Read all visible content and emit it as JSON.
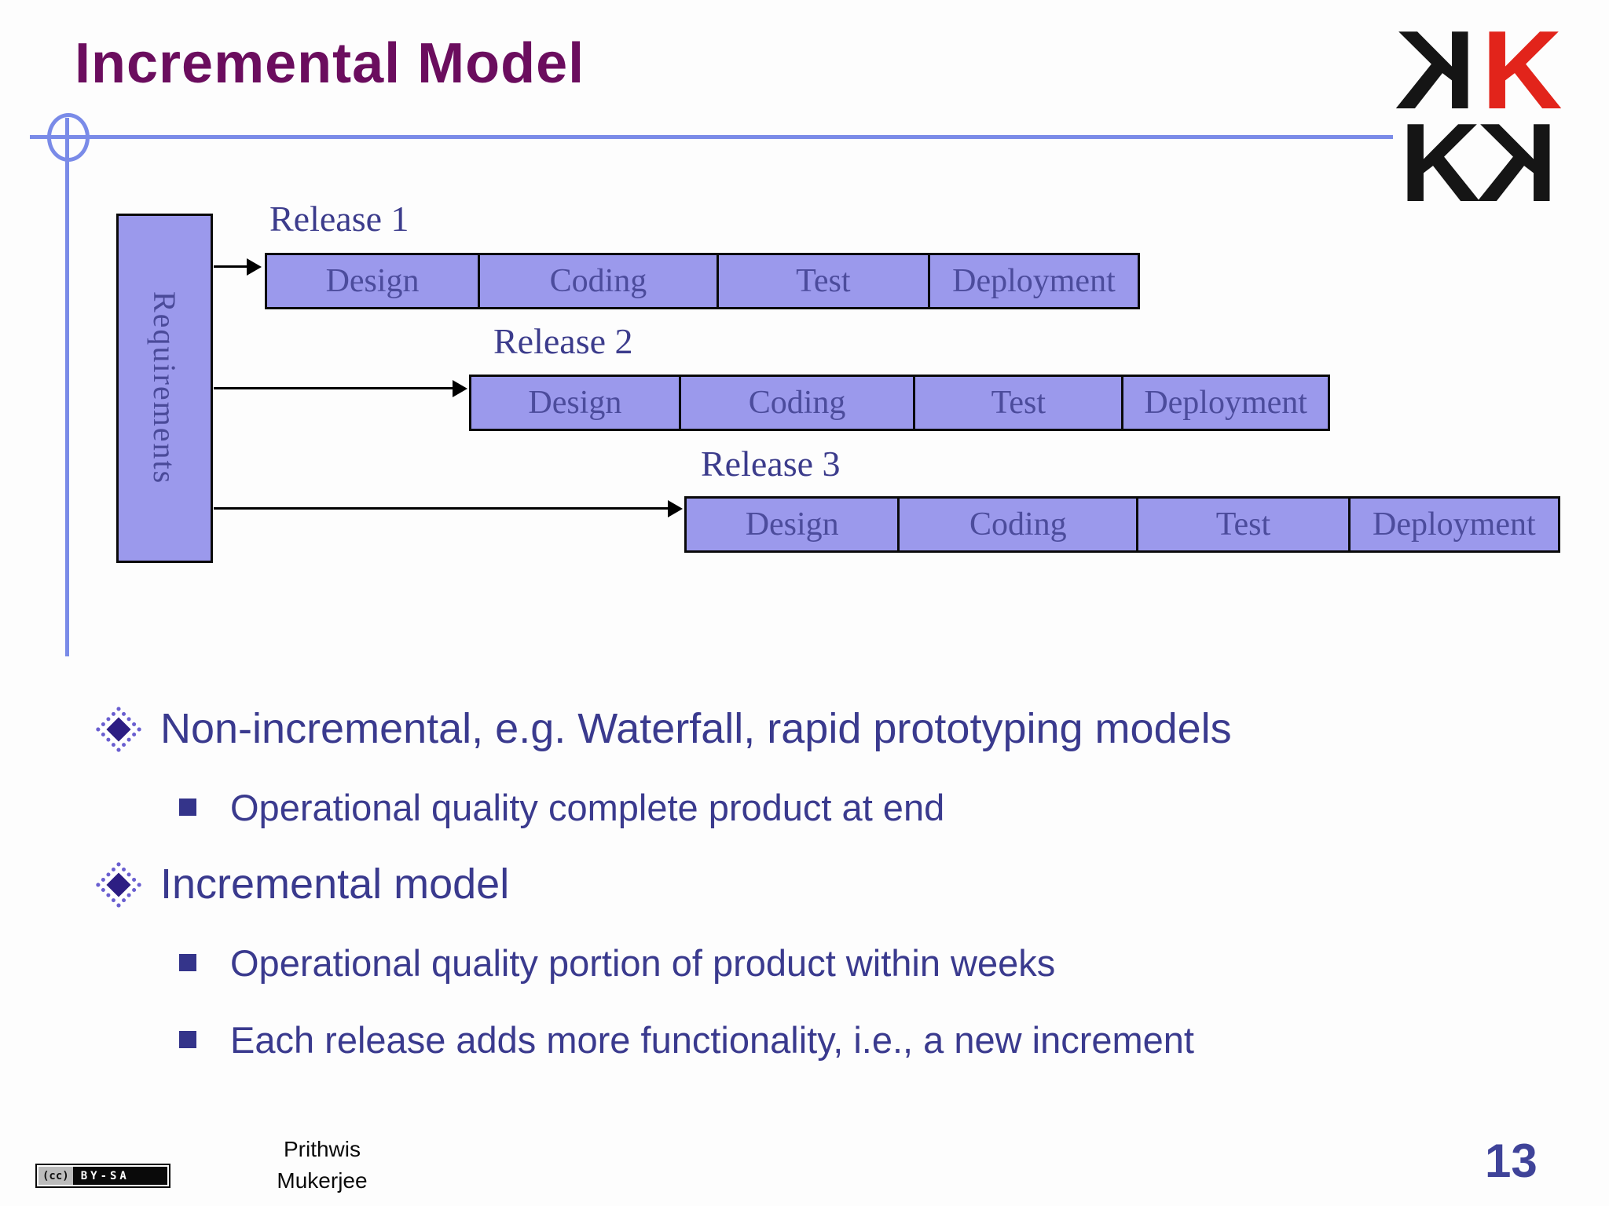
{
  "slide": {
    "title": "Incremental Model",
    "page_number": "13",
    "author_line1": "Prithwis",
    "author_line2": "Mukerjee"
  },
  "license_badge": {
    "cc_mark": "(cc)",
    "label": "BY-SA"
  },
  "logo": {
    "rows": [
      [
        {
          "char": "K",
          "mirrored": true,
          "color": "#151515"
        },
        {
          "char": "K",
          "mirrored": false,
          "color": "#e2241b"
        }
      ],
      [
        {
          "char": "K",
          "mirrored": false,
          "color": "#151515"
        },
        {
          "char": "K",
          "mirrored": true,
          "color": "#151515"
        }
      ]
    ]
  },
  "diagram": {
    "requirements_label": "Requirements",
    "releases": [
      {
        "label": "Release 1",
        "phases": [
          "Design",
          "Coding",
          "Test",
          "Deployment"
        ]
      },
      {
        "label": "Release 2",
        "phases": [
          "Design",
          "Coding",
          "Test",
          "Deployment"
        ]
      },
      {
        "label": "Release 3",
        "phases": [
          "Design",
          "Coding",
          "Test",
          "Deployment"
        ]
      }
    ]
  },
  "bullets": [
    {
      "level": 1,
      "text": "Non-incremental, e.g. Waterfall, rapid prototyping models"
    },
    {
      "level": 2,
      "text": "Operational quality complete product at end"
    },
    {
      "level": 1,
      "text": "Incremental model"
    },
    {
      "level": 2,
      "text": "Operational quality portion of product within weeks"
    },
    {
      "level": 2,
      "text": "Each release adds more functionality, i.e., a new increment"
    }
  ],
  "colors": {
    "title": "#6b0d5e",
    "accent_line": "#7a8be8",
    "box_fill": "#9b99ec",
    "box_border": "#0a0a0a",
    "diagram_text": "#4c4c9c",
    "release_label_text": "#3c3c8c",
    "bullet_text": "#3a3a8e",
    "diamond_bullet": "#2d1e83",
    "page_number": "#3f4399",
    "logo_red": "#e2241b",
    "logo_black": "#151515"
  }
}
